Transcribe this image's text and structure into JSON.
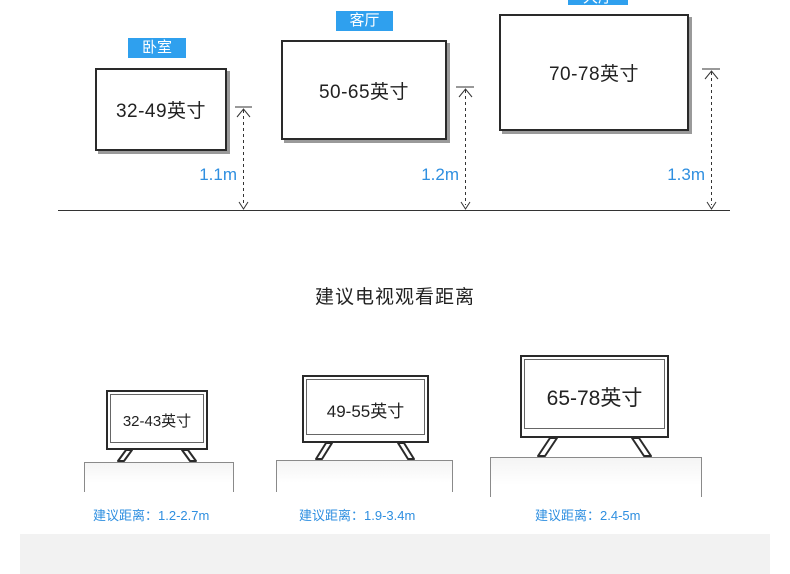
{
  "top_section": {
    "rooms": [
      {
        "tag": "卧室",
        "tv_size": "32-49英寸",
        "height": "1.1m"
      },
      {
        "tag": "客厅",
        "tv_size": "50-65英寸",
        "height": "1.2m"
      },
      {
        "tag": "大厅",
        "tv_size": "70-78英寸",
        "height": "1.3m"
      }
    ]
  },
  "section_title": "建议电视观看距离",
  "bottom_section": {
    "tvs": [
      {
        "size": "32-43英寸",
        "distance": "建议距离：1.2-2.7m"
      },
      {
        "size": "49-55英寸",
        "distance": "建议距离：1.9-3.4m"
      },
      {
        "size": "65-78英寸",
        "distance": "建议距离：2.4-5m"
      }
    ]
  },
  "colors": {
    "accent_blue": "#2fa0ee",
    "label_blue": "#2f8fe0",
    "frame": "#2a2a2a"
  }
}
